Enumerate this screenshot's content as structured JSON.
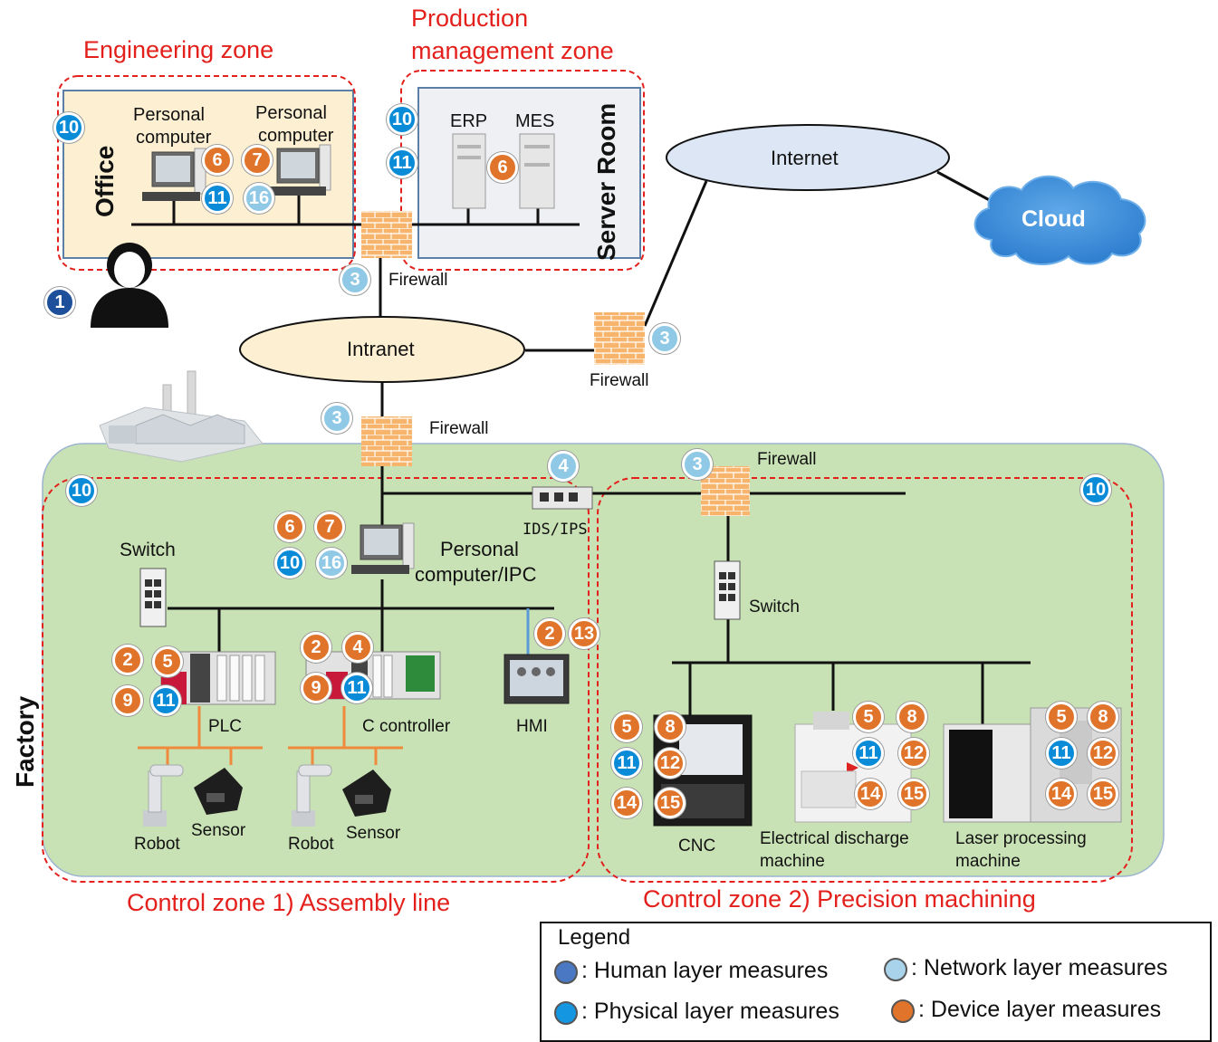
{
  "zones": {
    "engineering": "Engineering zone",
    "production_line1": "Production",
    "production_line2": "management  zone",
    "control1": "Control zone 1) Assembly line",
    "control2": "Control zone 2) Precision machining"
  },
  "areas": {
    "office": "Office",
    "server_room": "Server Room",
    "factory": "Factory"
  },
  "labels": {
    "pc1_line1": "Personal",
    "pc1_line2": "computer",
    "pc2_line1": "Personal",
    "pc2_line2": "computer",
    "erp": "ERP",
    "mes": "MES",
    "internet": "Internet",
    "cloud": "Cloud",
    "intranet": "Intranet",
    "firewall_top": "Firewall",
    "firewall_right": "Firewall",
    "firewall_mid": "Firewall",
    "firewall_factory": "Firewall",
    "ids_ips": "IDS/IPS",
    "switch_left": "Switch",
    "switch_right": "Switch",
    "ipc_line1": "Personal",
    "ipc_line2": "computer/IPC",
    "plc": "PLC",
    "c_controller": "C controller",
    "hmi": "HMI",
    "robot1": "Robot",
    "sensor1": "Sensor",
    "robot2": "Robot",
    "sensor2": "Sensor",
    "cnc": "CNC",
    "edm_line1": "Electrical  discharge",
    "edm_line2": "machine",
    "laser_line1": "Laser  processing",
    "laser_line2": "machine"
  },
  "legend": {
    "title": "Legend",
    "human": ": Human  layer measures",
    "network": ": Network  layer measures",
    "physical": ": Physical  layer measures",
    "device": ": Device  layer measures"
  },
  "colors": {
    "zone_outline": "#e3201b",
    "office_fill": "#fdf0d2",
    "server_fill": "#eef0f4",
    "factory_fill": "#c9e2b5",
    "firewall": "#f4a85c",
    "human": "#1d4f9a",
    "network": "#8fc9e6",
    "physical": "#0a8bd8",
    "device": "#e0742a"
  },
  "badges": {
    "b1": "1",
    "b10_office": "10",
    "b6_office": "6",
    "b7_office": "7",
    "b11_office": "11",
    "b16_office": "16",
    "b10_server": "10",
    "b11_server": "11",
    "b6_server": "6",
    "b3_top": "3",
    "b3_right": "3",
    "b3_mid": "3",
    "b4_ids": "4",
    "b3_factory": "3",
    "b10_cz1": "10",
    "b10_cz2": "10",
    "b6_ipc": "6",
    "b7_ipc": "7",
    "b10_ipc": "10",
    "b16_ipc": "16",
    "b2_plc": "2",
    "b5_plc": "5",
    "b9_plc": "9",
    "b11_plc": "11",
    "b2_cc": "2",
    "b4_cc": "4",
    "b9_cc": "9",
    "b11_cc": "11",
    "b2_hmi": "2",
    "b13_hmi": "13",
    "b5_cnc": "5",
    "b8_cnc": "8",
    "b11_cnc": "11",
    "b12_cnc": "12",
    "b14_cnc": "14",
    "b15_cnc": "15",
    "b5_edm": "5",
    "b8_edm": "8",
    "b11_edm": "11",
    "b12_edm": "12",
    "b14_edm": "14",
    "b15_edm": "15",
    "b5_laser": "5",
    "b8_laser": "8",
    "b11_laser": "11",
    "b12_laser": "12",
    "b14_laser": "14",
    "b15_laser": "15"
  }
}
